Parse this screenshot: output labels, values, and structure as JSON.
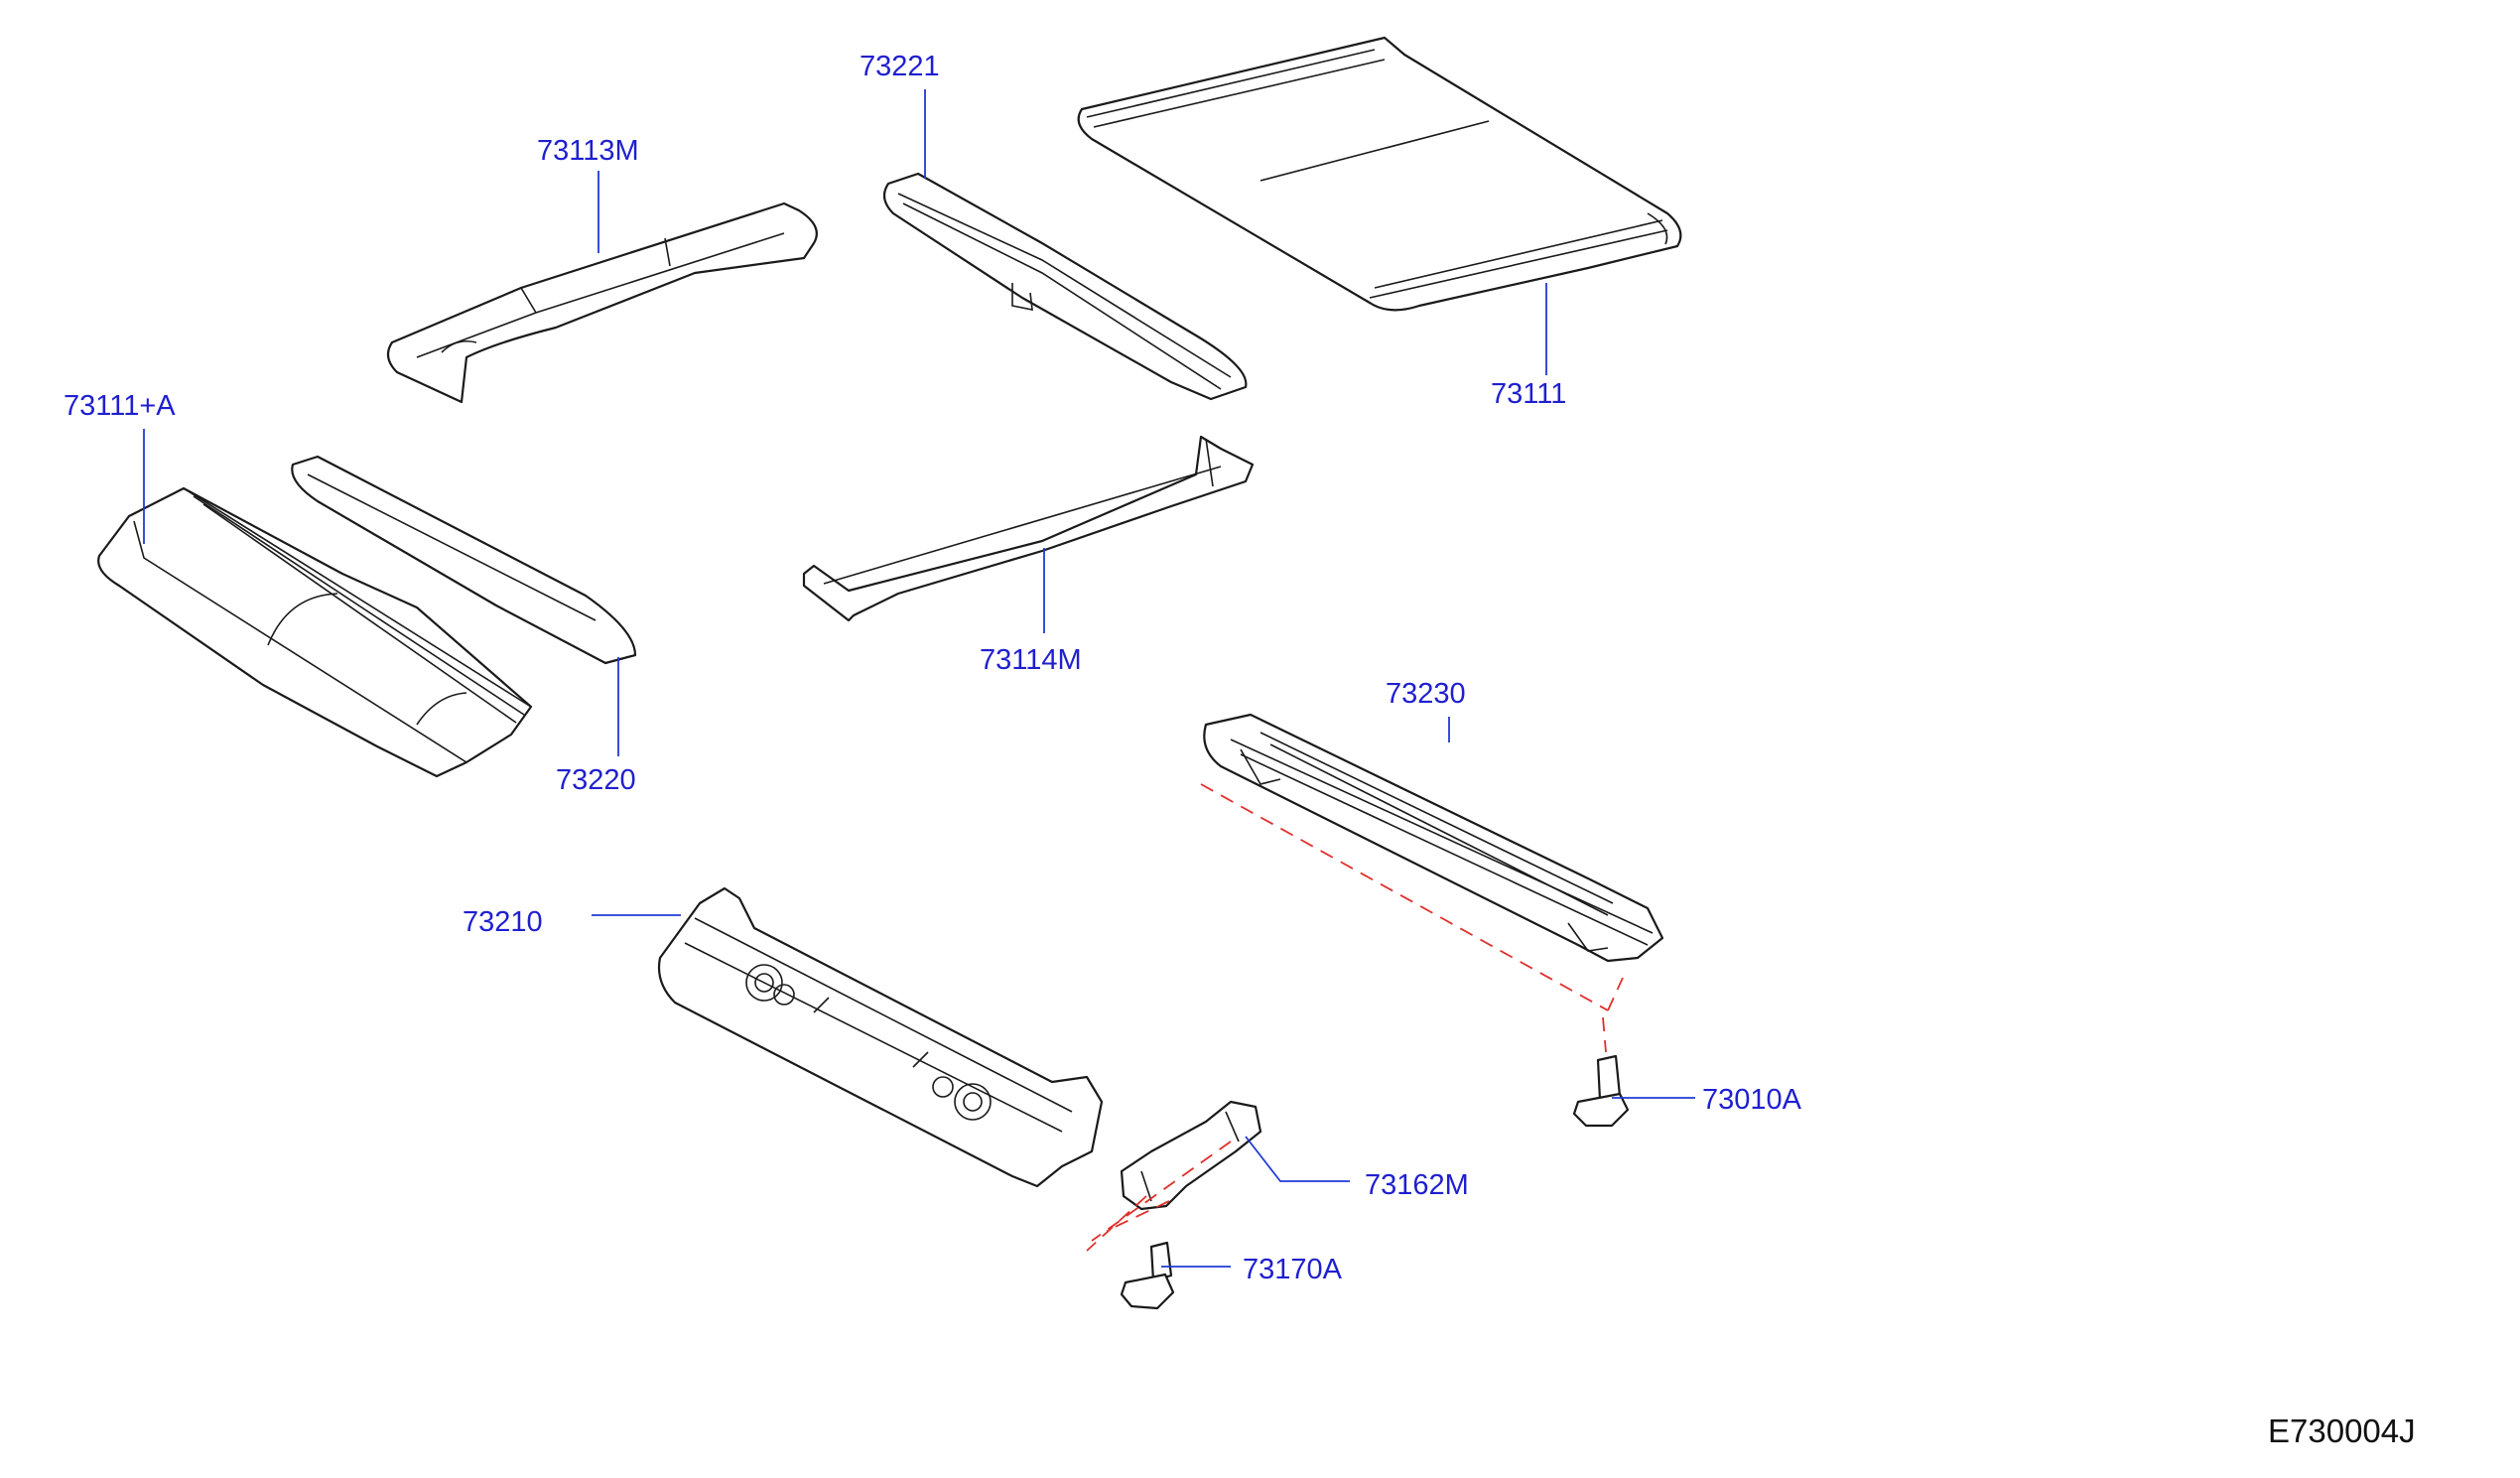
{
  "diagram": {
    "drawing_code": "E730004J",
    "labels": {
      "p73221": "73221",
      "p73113M": "73113M",
      "p73111": "73111",
      "p73111A": "73111+A",
      "p73114M": "73114M",
      "p73220": "73220",
      "p73230": "73230",
      "p73210": "73210",
      "p73010A": "73010A",
      "p73162M": "73162M",
      "p73170A": "73170A"
    },
    "colors": {
      "label": "#1f1fd0",
      "leader": "#1f3bd6",
      "guide_dash": "#e0302b",
      "outline": "#1a1a1a"
    }
  }
}
